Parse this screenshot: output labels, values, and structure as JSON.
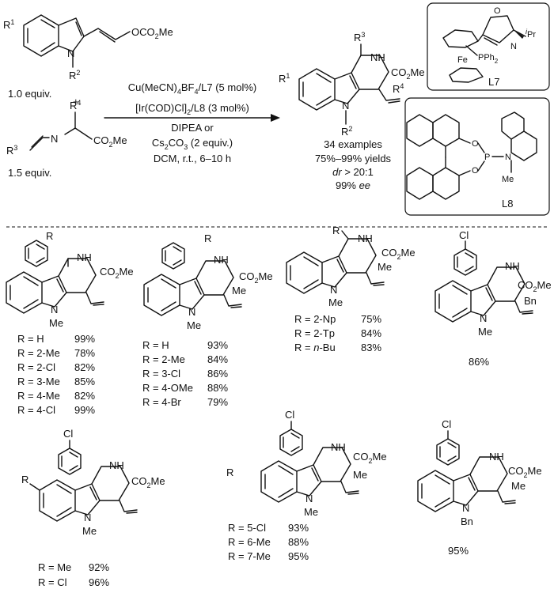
{
  "scheme": {
    "reagent1": {
      "r1": "R",
      "r1_sup": "1",
      "n": "N",
      "r2": "R",
      "r2_sup": "2",
      "side": "OCO",
      "side_sub": "2",
      "side_me": "Me",
      "equiv": "1.0 equiv."
    },
    "plus": "+",
    "reagent2": {
      "r3": "R",
      "r3_sup": "3",
      "n": "N",
      "r4": "R",
      "r4_sup": "4",
      "ester": "CO",
      "ester_sub": "2",
      "ester_me": "Me",
      "equiv": "1.5 equiv."
    },
    "conditions": {
      "line1_a": "Cu(MeCN)",
      "line1_sub1": "4",
      "line1_b": "BF",
      "line1_sub2": "4",
      "line1_c": "/L7 (5 mol%)",
      "line2_a": "[Ir(COD)Cl]",
      "line2_sub": "2",
      "line2_b": "/L8 (3 mol%)",
      "line3": "DIPEA or",
      "line4_a": "Cs",
      "line4_sub": "2",
      "line4_b": "CO",
      "line4_sub2": "3",
      "line4_c": " (2 equiv.)",
      "line5": "DCM, r.t., 6–10 h"
    },
    "product": {
      "r1": "R",
      "r1_sup": "1",
      "r2": "R",
      "r2_sup": "2",
      "r3": "R",
      "r3_sup": "3",
      "r4": "R",
      "r4_sup": "4",
      "nh": "NH",
      "n": "N",
      "ester": "CO",
      "ester_sub": "2",
      "ester_me": "Me"
    },
    "summary": {
      "examples": "34 examples",
      "yields": "75%–99% yields",
      "dr_a": "dr",
      "dr_b": " > 20:1",
      "ee_a": "99% ",
      "ee_b": "ee"
    },
    "ligands": {
      "l7": {
        "o": "O",
        "n": "N",
        "ipr_sup": "i",
        "ipr": "Pr",
        "fe": "Fe",
        "pph": "PPh",
        "pph_sub": "2",
        "label": "L7"
      },
      "l8": {
        "o1": "O",
        "o2": "O",
        "p": "P",
        "n": "N",
        "me": "Me",
        "label": "L8"
      }
    }
  },
  "compounds": [
    {
      "id": "c1",
      "r_label": "R",
      "nh": "NH",
      "n": "N",
      "me": "Me",
      "ester": "CO",
      "ester_sub": "2",
      "ester_me": "Me",
      "rows": [
        {
          "r": "R = H",
          "y": "99%"
        },
        {
          "r": "R = 2-Me",
          "y": "78%"
        },
        {
          "r": "R = 2-Cl",
          "y": "82%"
        },
        {
          "r": "R = 3-Me",
          "y": "85%"
        },
        {
          "r": "R = 4-Me",
          "y": "82%"
        },
        {
          "r": "R = 4-Cl",
          "y": "99%"
        }
      ]
    },
    {
      "id": "c2",
      "r_label": "R",
      "nh": "NH",
      "n": "N",
      "me": "Me",
      "me2": "Me",
      "ester": "CO",
      "ester_sub": "2",
      "ester_me": "Me",
      "rows": [
        {
          "r": "R = H",
          "y": "93%"
        },
        {
          "r": "R = 2-Me",
          "y": "84%"
        },
        {
          "r": "R = 3-Cl",
          "y": "86%"
        },
        {
          "r": "R = 4-OMe",
          "y": "88%"
        },
        {
          "r": "R = 4-Br",
          "y": "79%"
        }
      ]
    },
    {
      "id": "c3",
      "r_label": "R",
      "nh": "NH",
      "n": "N",
      "me": "Me",
      "me2": "Me",
      "ester": "CO",
      "ester_sub": "2",
      "ester_me": "Me",
      "rows": [
        {
          "r": "R = 2-Np",
          "y": "75%"
        },
        {
          "r": "R = 2-Tp",
          "y": "84%"
        },
        {
          "r_a": "R = ",
          "r_b": "n",
          "r_c": "-Bu",
          "y": "83%"
        }
      ]
    },
    {
      "id": "c4",
      "cl": "Cl",
      "nh": "NH",
      "n": "N",
      "me": "Me",
      "bn": "Bn",
      "ester": "CO",
      "ester_sub": "2",
      "ester_me": "Me",
      "yield": "86%"
    },
    {
      "id": "c5",
      "cl": "Cl",
      "r_label": "R",
      "nh": "NH",
      "n": "N",
      "me": "Me",
      "ester": "CO",
      "ester_sub": "2",
      "ester_me": "Me",
      "rows": [
        {
          "r": "R = Me",
          "y": "92%"
        },
        {
          "r": "R = Cl",
          "y": "96%"
        }
      ]
    },
    {
      "id": "c6",
      "cl": "Cl",
      "r_label": "R",
      "nh": "NH",
      "n": "N",
      "me": "Me",
      "me2": "Me",
      "ester": "CO",
      "ester_sub": "2",
      "ester_me": "Me",
      "rows": [
        {
          "r": "R = 5-Cl",
          "y": "93%"
        },
        {
          "r": "R = 6-Me",
          "y": "88%"
        },
        {
          "r": "R = 7-Me",
          "y": "95%"
        }
      ]
    },
    {
      "id": "c7",
      "cl": "Cl",
      "nh": "NH",
      "n": "N",
      "bn": "Bn",
      "me2": "Me",
      "ester": "CO",
      "ester_sub": "2",
      "ester_me": "Me",
      "yield": "95%"
    }
  ]
}
